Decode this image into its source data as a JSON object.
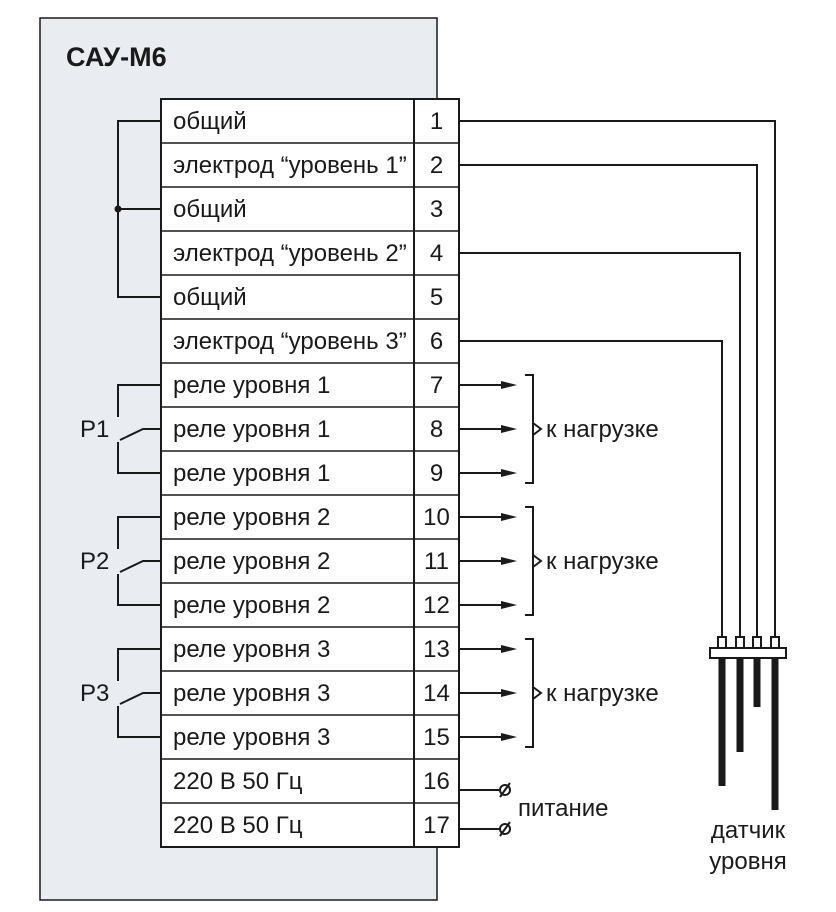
{
  "device": {
    "title": "САУ-М6"
  },
  "terminals": [
    {
      "num": "1",
      "label": "общий"
    },
    {
      "num": "2",
      "label": "электрод “уровень 1”"
    },
    {
      "num": "3",
      "label": "общий"
    },
    {
      "num": "4",
      "label": "электрод “уровень 2”"
    },
    {
      "num": "5",
      "label": "общий"
    },
    {
      "num": "6",
      "label": "электрод “уровень 3”"
    },
    {
      "num": "7",
      "label": "реле уровня 1"
    },
    {
      "num": "8",
      "label": "реле уровня 1"
    },
    {
      "num": "9",
      "label": "реле уровня 1"
    },
    {
      "num": "10",
      "label": "реле уровня 2"
    },
    {
      "num": "11",
      "label": "реле уровня 2"
    },
    {
      "num": "12",
      "label": "реле уровня 2"
    },
    {
      "num": "13",
      "label": "реле уровня 3"
    },
    {
      "num": "14",
      "label": "реле уровня 3"
    },
    {
      "num": "15",
      "label": "реле уровня 3"
    },
    {
      "num": "16",
      "label": "220 В  50 Гц"
    },
    {
      "num": "17",
      "label": "220 В  50 Гц"
    }
  ],
  "relays": [
    {
      "name": "Р1",
      "load_label": "к нагрузке"
    },
    {
      "name": "Р2",
      "load_label": "к нагрузке"
    },
    {
      "name": "Р3",
      "load_label": "к нагрузке"
    }
  ],
  "power_label": "питание",
  "sensor": {
    "line1": "датчик",
    "line2": "уровня"
  },
  "colors": {
    "device_fill": "#e9ecf0",
    "stroke": "#1a1a1a",
    "background": "#ffffff"
  }
}
